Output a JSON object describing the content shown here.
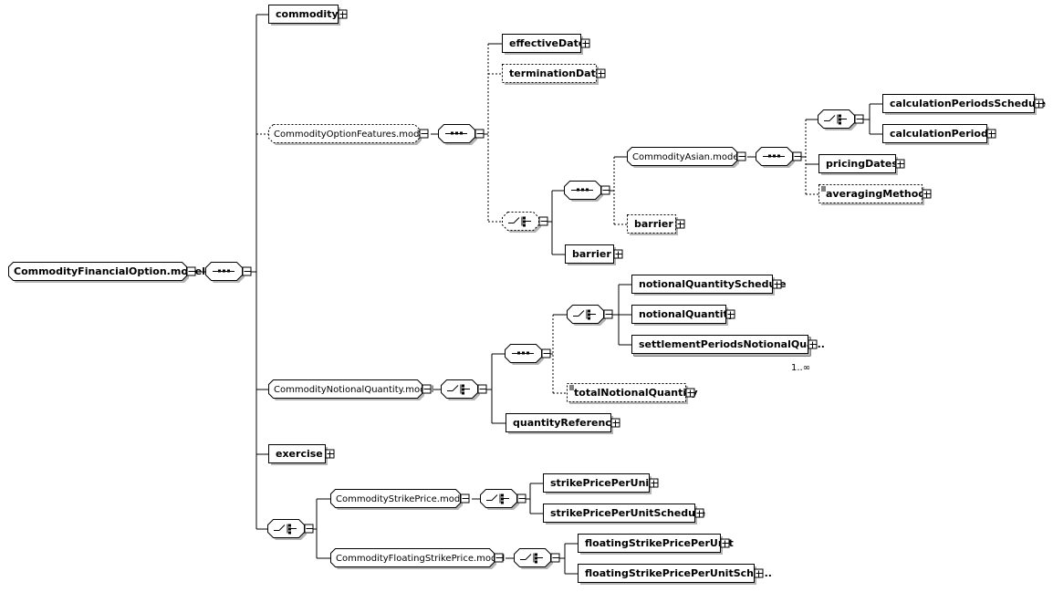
{
  "root": {
    "label": "CommodityFinancialOption.model"
  },
  "elements": {
    "commodity": "commodity",
    "optionFeatures": "CommodityOptionFeatures.model",
    "effectiveDate": "effectiveDate",
    "terminationDate": "terminationDate",
    "asianModel": "CommodityAsian.model",
    "calculationPeriodsSchedule": "calculationPeriodsSchedule",
    "calculationPeriods": "calculationPeriods",
    "pricingDates": "pricingDates",
    "averagingMethod": "averagingMethod",
    "barrierOptional": "barrier",
    "barrier": "barrier",
    "notionalQuantityModel": "CommodityNotionalQuantity.model",
    "notionalQuantitySchedule": "notionalQuantitySchedule",
    "notionalQuantity": "notionalQuantity",
    "settlementPeriodsNotionalQuantity": "settlementPeriodsNotionalQua...",
    "settlementCardinality": "1..∞",
    "totalNotionalQuantity": "totalNotionalQuantity",
    "quantityReference": "quantityReference",
    "exercise": "exercise",
    "strikePriceModel": "CommodityStrikePrice.model",
    "strikePricePerUnit": "strikePricePerUnit",
    "strikePricePerUnitSchedule": "strikePricePerUnitSchedule",
    "floatingStrikePriceModel": "CommodityFloatingStrikePrice.model",
    "floatingStrikePricePerUnit": "floatingStrikePricePerUnit",
    "floatingStrikePricePerUnitSchedule": "floatingStrikePricePerUnitSche..."
  },
  "colors": {
    "line": "#000000",
    "shadow": "#b4b4b4",
    "background": "#ffffff"
  }
}
